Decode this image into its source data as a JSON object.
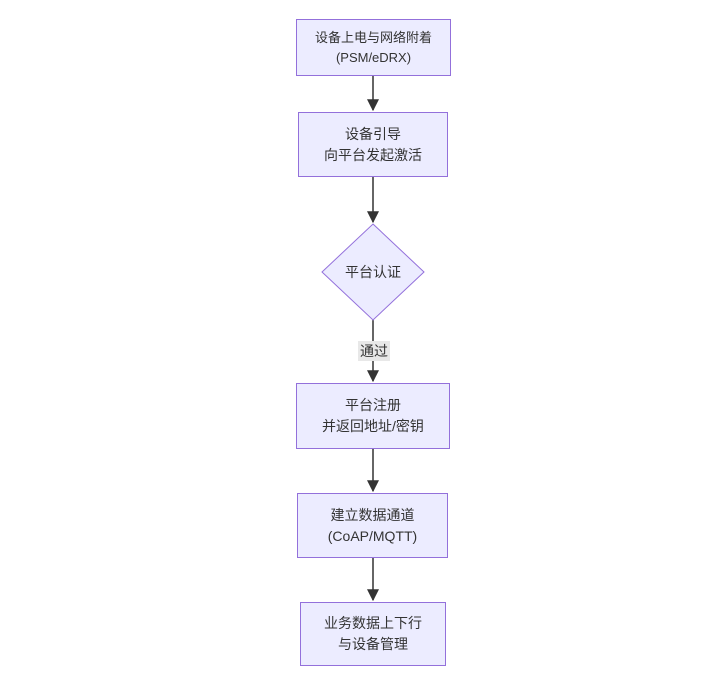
{
  "diagram": {
    "type": "flowchart",
    "direction": "top-down",
    "colors": {
      "background": "#ffffff",
      "node_fill": "#ECECFF",
      "node_border": "#9370DB",
      "node_text": "#333333",
      "edge_line": "#333333",
      "edge_label_background": "#e8e8e8"
    },
    "nodes": [
      {
        "id": "A",
        "shape": "rect",
        "lines": [
          "设备上电与网络附着",
          "(PSM/eDRX)"
        ]
      },
      {
        "id": "B",
        "shape": "rect",
        "lines": [
          "设备引导",
          "向平台发起激活"
        ]
      },
      {
        "id": "C",
        "shape": "diamond",
        "lines": [
          "平台认证"
        ]
      },
      {
        "id": "D",
        "shape": "rect",
        "lines": [
          "平台注册",
          "并返回地址/密钥"
        ]
      },
      {
        "id": "E",
        "shape": "rect",
        "lines": [
          "建立数据通道",
          "(CoAP/MQTT)"
        ]
      },
      {
        "id": "F",
        "shape": "rect",
        "lines": [
          "业务数据上下行",
          "与设备管理"
        ]
      }
    ],
    "edges": [
      {
        "from": "A",
        "to": "B",
        "label": ""
      },
      {
        "from": "B",
        "to": "C",
        "label": ""
      },
      {
        "from": "C",
        "to": "D",
        "label": "通过"
      },
      {
        "from": "D",
        "to": "E",
        "label": ""
      },
      {
        "from": "E",
        "to": "F",
        "label": ""
      }
    ]
  }
}
